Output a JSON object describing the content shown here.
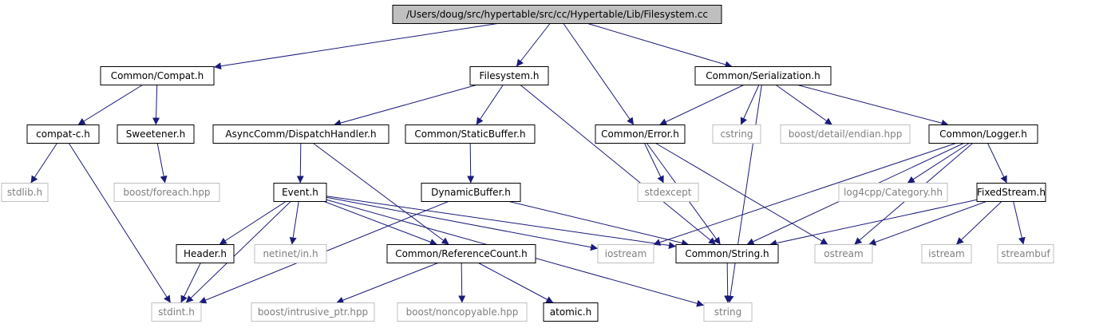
{
  "diagram": {
    "type": "include-dependency-graph",
    "colors": {
      "root_fill": "#bfbfbf",
      "node_border": "#000000",
      "external_border": "#bfbfbf",
      "external_text": "#7f7f7f",
      "edge": "#1a1a7a"
    },
    "nodes": [
      {
        "id": "fs_cc",
        "label": "/Users/doug/src/hypertable/src/cc/Hypertable/Lib/Filesystem.cc",
        "kind": "root"
      },
      {
        "id": "compat",
        "label": "Common/Compat.h",
        "kind": "internal"
      },
      {
        "id": "filesystem",
        "label": "Filesystem.h",
        "kind": "internal"
      },
      {
        "id": "serial",
        "label": "Common/Serialization.h",
        "kind": "internal"
      },
      {
        "id": "compatc",
        "label": "compat-c.h",
        "kind": "internal"
      },
      {
        "id": "sweet",
        "label": "Sweetener.h",
        "kind": "internal"
      },
      {
        "id": "dispatch",
        "label": "AsyncComm/DispatchHandler.h",
        "kind": "internal"
      },
      {
        "id": "staticbuf",
        "label": "Common/StaticBuffer.h",
        "kind": "internal"
      },
      {
        "id": "error",
        "label": "Common/Error.h",
        "kind": "internal"
      },
      {
        "id": "cstring",
        "label": "cstring",
        "kind": "external"
      },
      {
        "id": "endian",
        "label": "boost/detail/endian.hpp",
        "kind": "external"
      },
      {
        "id": "logger",
        "label": "Common/Logger.h",
        "kind": "internal"
      },
      {
        "id": "stdlib",
        "label": "stdlib.h",
        "kind": "external"
      },
      {
        "id": "foreach",
        "label": "boost/foreach.hpp",
        "kind": "external"
      },
      {
        "id": "event",
        "label": "Event.h",
        "kind": "internal"
      },
      {
        "id": "dynbuf",
        "label": "DynamicBuffer.h",
        "kind": "internal"
      },
      {
        "id": "stdexcept",
        "label": "stdexcept",
        "kind": "external"
      },
      {
        "id": "log4cpp",
        "label": "log4cpp/Category.hh",
        "kind": "external"
      },
      {
        "id": "fixed",
        "label": "FixedStream.h",
        "kind": "internal"
      },
      {
        "id": "header",
        "label": "Header.h",
        "kind": "internal"
      },
      {
        "id": "netinet",
        "label": "netinet/in.h",
        "kind": "external"
      },
      {
        "id": "refcount",
        "label": "Common/ReferenceCount.h",
        "kind": "internal"
      },
      {
        "id": "iostream",
        "label": "iostream",
        "kind": "external"
      },
      {
        "id": "cstr",
        "label": "Common/String.h",
        "kind": "internal"
      },
      {
        "id": "ostream",
        "label": "ostream",
        "kind": "external"
      },
      {
        "id": "istream",
        "label": "istream",
        "kind": "external"
      },
      {
        "id": "streambuf",
        "label": "streambuf",
        "kind": "external"
      },
      {
        "id": "stdint",
        "label": "stdint.h",
        "kind": "external"
      },
      {
        "id": "intrusive",
        "label": "boost/intrusive_ptr.hpp",
        "kind": "external"
      },
      {
        "id": "noncopy",
        "label": "boost/noncopyable.hpp",
        "kind": "external"
      },
      {
        "id": "atomic",
        "label": "atomic.h",
        "kind": "internal"
      },
      {
        "id": "string",
        "label": "string",
        "kind": "external"
      }
    ],
    "edges": [
      [
        "fs_cc",
        "compat"
      ],
      [
        "fs_cc",
        "filesystem"
      ],
      [
        "fs_cc",
        "serial"
      ],
      [
        "fs_cc",
        "error"
      ],
      [
        "compat",
        "compatc"
      ],
      [
        "compat",
        "sweet"
      ],
      [
        "filesystem",
        "dispatch"
      ],
      [
        "filesystem",
        "staticbuf"
      ],
      [
        "filesystem",
        "cstr"
      ],
      [
        "serial",
        "error"
      ],
      [
        "serial",
        "cstring"
      ],
      [
        "serial",
        "endian"
      ],
      [
        "serial",
        "logger"
      ],
      [
        "serial",
        "string"
      ],
      [
        "compatc",
        "stdlib"
      ],
      [
        "compatc",
        "stdint"
      ],
      [
        "sweet",
        "foreach"
      ],
      [
        "dispatch",
        "event"
      ],
      [
        "dispatch",
        "refcount"
      ],
      [
        "staticbuf",
        "dynbuf"
      ],
      [
        "error",
        "stdexcept"
      ],
      [
        "error",
        "cstr"
      ],
      [
        "error",
        "ostream"
      ],
      [
        "logger",
        "log4cpp"
      ],
      [
        "logger",
        "fixed"
      ],
      [
        "logger",
        "iostream"
      ],
      [
        "logger",
        "cstr"
      ],
      [
        "logger",
        "ostream"
      ],
      [
        "event",
        "header"
      ],
      [
        "event",
        "netinet"
      ],
      [
        "event",
        "refcount"
      ],
      [
        "event",
        "iostream"
      ],
      [
        "event",
        "cstr"
      ],
      [
        "event",
        "stdint"
      ],
      [
        "event",
        "string"
      ],
      [
        "dynbuf",
        "stdint"
      ],
      [
        "dynbuf",
        "cstr"
      ],
      [
        "fixed",
        "cstr"
      ],
      [
        "fixed",
        "ostream"
      ],
      [
        "fixed",
        "istream"
      ],
      [
        "fixed",
        "streambuf"
      ],
      [
        "header",
        "stdint"
      ],
      [
        "refcount",
        "intrusive"
      ],
      [
        "refcount",
        "noncopy"
      ],
      [
        "refcount",
        "atomic"
      ],
      [
        "cstr",
        "string"
      ]
    ]
  }
}
